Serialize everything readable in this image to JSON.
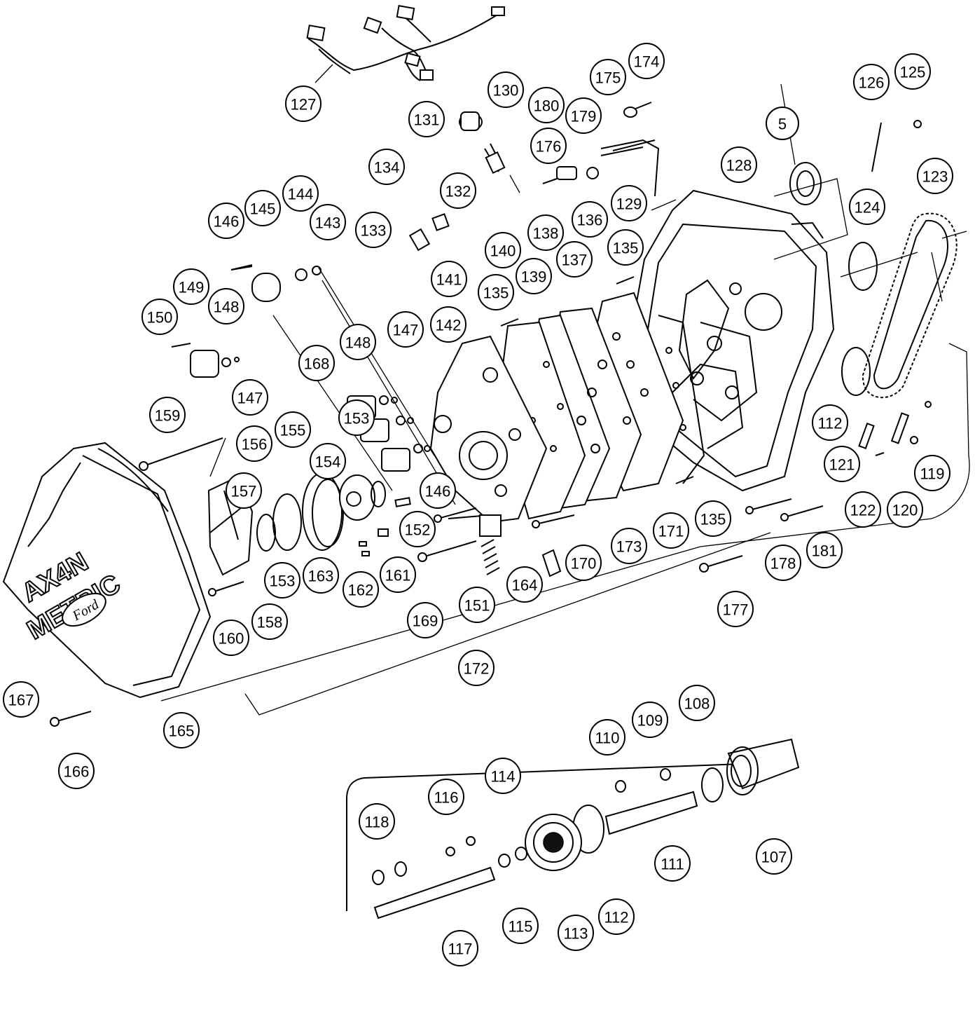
{
  "callouts": [
    {
      "id": "127",
      "label": "127"
    },
    {
      "id": "131",
      "label": "131"
    },
    {
      "id": "130",
      "label": "130"
    },
    {
      "id": "180",
      "label": "180"
    },
    {
      "id": "175",
      "label": "175"
    },
    {
      "id": "174",
      "label": "174"
    },
    {
      "id": "179",
      "label": "179"
    },
    {
      "id": "176",
      "label": "176"
    },
    {
      "id": "126",
      "label": "126"
    },
    {
      "id": "125",
      "label": "125"
    },
    {
      "id": "5",
      "label": "5"
    },
    {
      "id": "128",
      "label": "128"
    },
    {
      "id": "123",
      "label": "123"
    },
    {
      "id": "134",
      "label": "134"
    },
    {
      "id": "132",
      "label": "132"
    },
    {
      "id": "133",
      "label": "133"
    },
    {
      "id": "144",
      "label": "144"
    },
    {
      "id": "145",
      "label": "145"
    },
    {
      "id": "146a",
      "label": "146"
    },
    {
      "id": "143",
      "label": "143"
    },
    {
      "id": "140",
      "label": "140"
    },
    {
      "id": "138",
      "label": "138"
    },
    {
      "id": "136",
      "label": "136"
    },
    {
      "id": "129",
      "label": "129"
    },
    {
      "id": "124",
      "label": "124"
    },
    {
      "id": "137",
      "label": "137"
    },
    {
      "id": "135a",
      "label": "135"
    },
    {
      "id": "141",
      "label": "141"
    },
    {
      "id": "139",
      "label": "139"
    },
    {
      "id": "135b",
      "label": "135"
    },
    {
      "id": "149",
      "label": "149"
    },
    {
      "id": "148a",
      "label": "148"
    },
    {
      "id": "150",
      "label": "150"
    },
    {
      "id": "147a",
      "label": "147"
    },
    {
      "id": "142",
      "label": "142"
    },
    {
      "id": "148b",
      "label": "148"
    },
    {
      "id": "147b",
      "label": "147"
    },
    {
      "id": "168",
      "label": "168"
    },
    {
      "id": "159",
      "label": "159"
    },
    {
      "id": "153a",
      "label": "153"
    },
    {
      "id": "155",
      "label": "155"
    },
    {
      "id": "156",
      "label": "156"
    },
    {
      "id": "154",
      "label": "154"
    },
    {
      "id": "112a",
      "label": "112"
    },
    {
      "id": "121",
      "label": "121"
    },
    {
      "id": "119",
      "label": "119"
    },
    {
      "id": "157",
      "label": "157"
    },
    {
      "id": "146b",
      "label": "146"
    },
    {
      "id": "135c",
      "label": "135"
    },
    {
      "id": "171",
      "label": "171"
    },
    {
      "id": "122",
      "label": "122"
    },
    {
      "id": "120",
      "label": "120"
    },
    {
      "id": "152",
      "label": "152"
    },
    {
      "id": "173",
      "label": "173"
    },
    {
      "id": "178",
      "label": "178"
    },
    {
      "id": "181",
      "label": "181"
    },
    {
      "id": "153b",
      "label": "153"
    },
    {
      "id": "163",
      "label": "163"
    },
    {
      "id": "161",
      "label": "161"
    },
    {
      "id": "170",
      "label": "170"
    },
    {
      "id": "164",
      "label": "164"
    },
    {
      "id": "162",
      "label": "162"
    },
    {
      "id": "151",
      "label": "151"
    },
    {
      "id": "177",
      "label": "177"
    },
    {
      "id": "158",
      "label": "158"
    },
    {
      "id": "160",
      "label": "160"
    },
    {
      "id": "169",
      "label": "169"
    },
    {
      "id": "172",
      "label": "172"
    },
    {
      "id": "167",
      "label": "167"
    },
    {
      "id": "165",
      "label": "165"
    },
    {
      "id": "166",
      "label": "166"
    },
    {
      "id": "110",
      "label": "110"
    },
    {
      "id": "109",
      "label": "109"
    },
    {
      "id": "108",
      "label": "108"
    },
    {
      "id": "114",
      "label": "114"
    },
    {
      "id": "116",
      "label": "116"
    },
    {
      "id": "118",
      "label": "118"
    },
    {
      "id": "111",
      "label": "111"
    },
    {
      "id": "107",
      "label": "107"
    },
    {
      "id": "117",
      "label": "117"
    },
    {
      "id": "115",
      "label": "115"
    },
    {
      "id": "113",
      "label": "113"
    },
    {
      "id": "112b",
      "label": "112"
    }
  ],
  "pan_lettering": {
    "line1": "AX4N",
    "line2": "METRIC",
    "logo": "Ford"
  }
}
